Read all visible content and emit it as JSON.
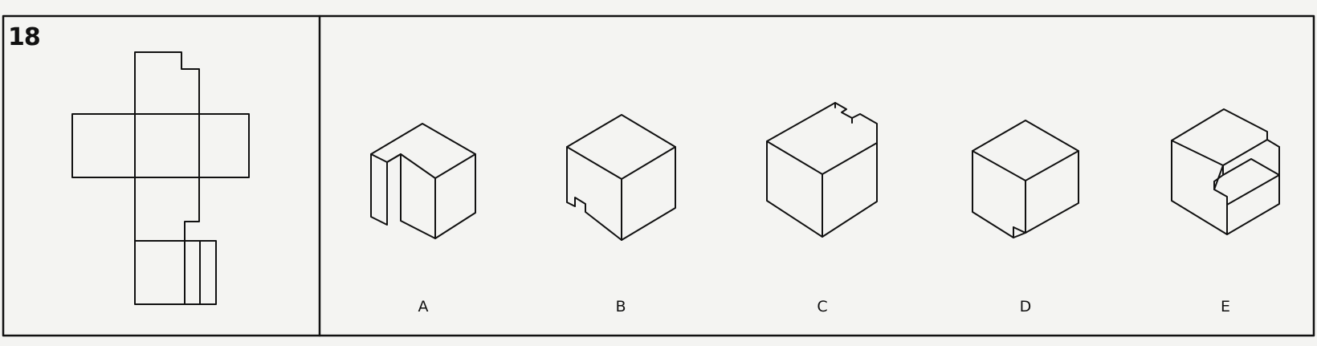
{
  "question": {
    "number": "18"
  },
  "choices": [
    {
      "label": "A"
    },
    {
      "label": "B"
    },
    {
      "label": "C"
    },
    {
      "label": "D"
    },
    {
      "label": "E"
    }
  ],
  "colors": {
    "ink": "#111111",
    "paper": "#f4f4f2"
  }
}
